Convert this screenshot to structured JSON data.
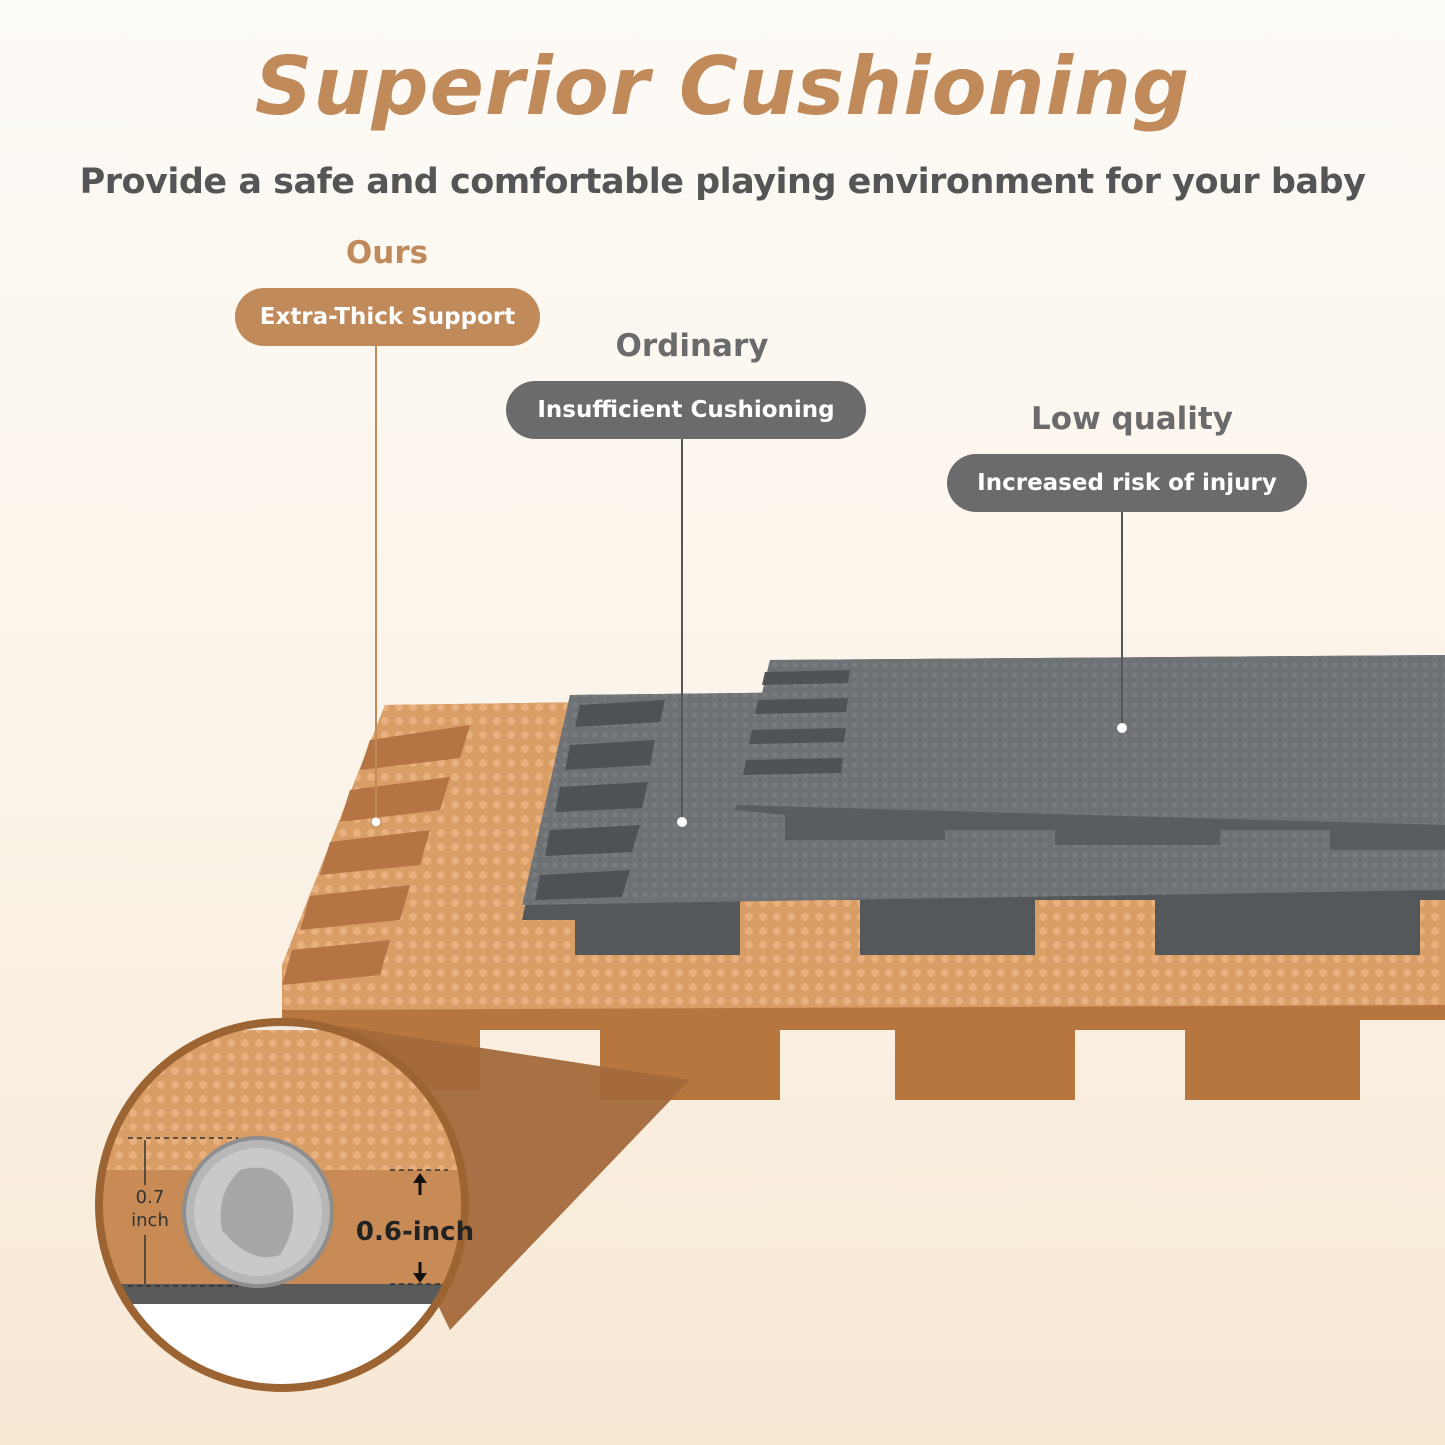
{
  "header": {
    "title": "Superior Cushioning",
    "subtitle": "Provide a safe and comfortable playing environment for your baby"
  },
  "comparison": {
    "ours": {
      "label": "Ours",
      "badge": "Extra-Thick Support"
    },
    "ordinary": {
      "label": "Ordinary",
      "badge": "Insufficient Cushioning"
    },
    "low_quality": {
      "label": "Low quality",
      "badge": "Increased risk of injury"
    }
  },
  "zoom": {
    "coin_height": "0.7",
    "coin_unit": "inch",
    "mat_thickness": "0.6-inch"
  },
  "colors": {
    "accent": "#c08a5a",
    "gray_badge": "#6b6b6b",
    "mat_tan": "#d79a63",
    "mat_gray": "#6e7174"
  }
}
